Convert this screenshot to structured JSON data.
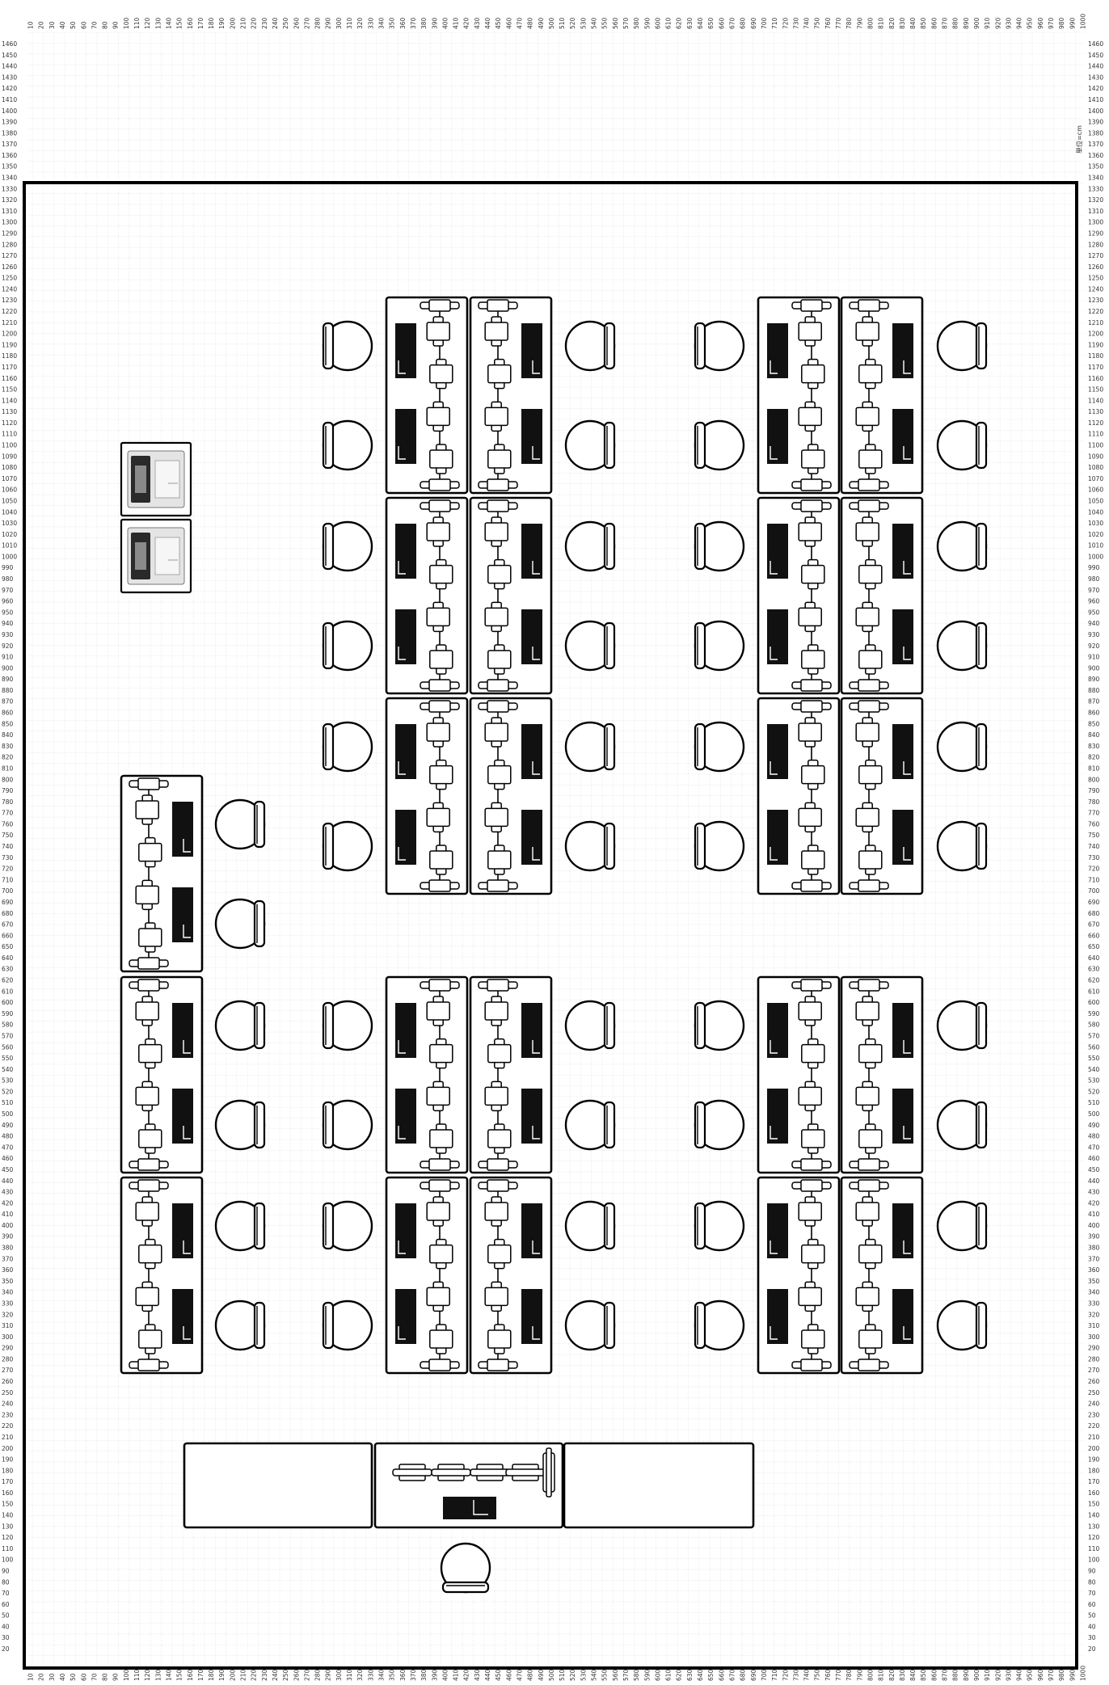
{
  "plan": {
    "unit_label": "単位=cm",
    "ruler_min": 10,
    "ruler_max": 1460,
    "ruler_step": 10,
    "x_max": 1000
  },
  "equipment": {
    "printers": [
      "printer-icon",
      "printer-icon"
    ],
    "pc_icon": "monitor-icon",
    "chair_icon": "office-chair-icon",
    "desk_icon": "desk-icon"
  },
  "colors": {
    "grid": "#d4d4d4",
    "outline": "#000000",
    "room_fill": "#ffffff"
  }
}
